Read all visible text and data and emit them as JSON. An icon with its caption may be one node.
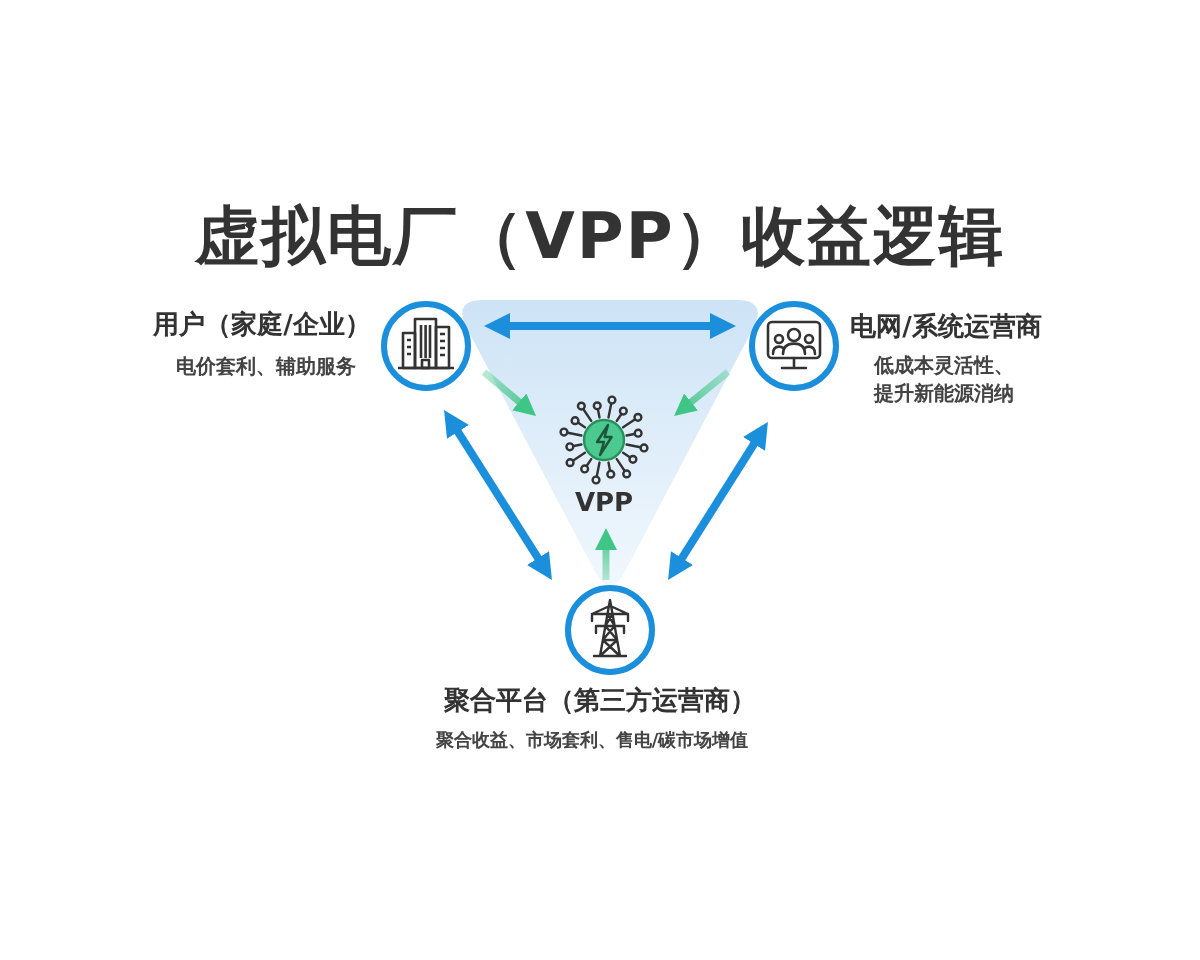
{
  "diagram": {
    "title": "虚拟电厂（VPP）收益逻辑",
    "nodes": [
      {
        "text": [
          "用户（家庭/企业）",
          "电价套利、辅助服务"
        ]
      },
      {
        "text": [
          "电网/系统运营商",
          "低成本灵活性、提升新能源消纳"
        ]
      },
      {
        "text": [
          "VPP"
        ]
      },
      {
        "text": [
          "聚合平台（第三方运营商）",
          "聚合收益、市场套利、售电/碳市场增值"
        ]
      }
    ],
    "edges": [
      {
        "from": 0,
        "to": 1,
        "arrow": "both"
      },
      {
        "from": 0,
        "to": 3,
        "arrow": "both"
      },
      {
        "from": 1,
        "to": 3,
        "arrow": "both"
      },
      {
        "from": 0,
        "to": 2,
        "arrow": "to",
        "color": "#3fc585"
      },
      {
        "from": 1,
        "to": 2,
        "arrow": "to",
        "color": "#3fc585"
      },
      {
        "from": 3,
        "to": 2,
        "arrow": "to",
        "color": "#3fc585"
      }
    ]
  }
}
